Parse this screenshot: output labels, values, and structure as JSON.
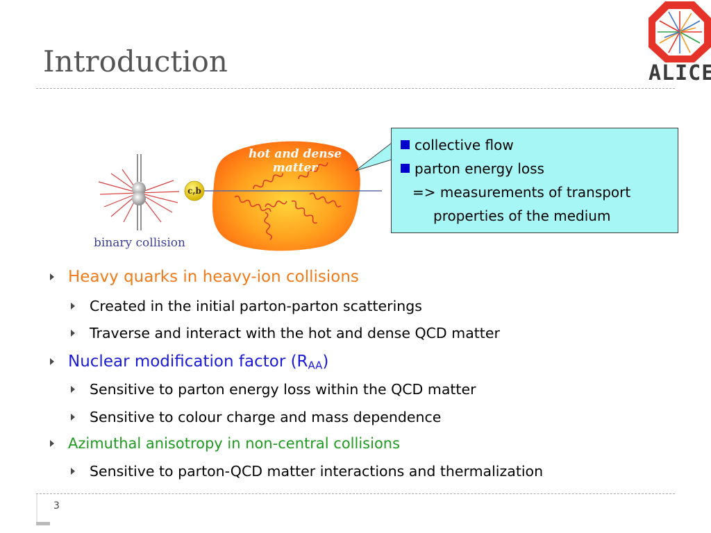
{
  "slide": {
    "title": "Introduction",
    "page_number": "3"
  },
  "logo": {
    "text": "ALICE",
    "color": "#e63329"
  },
  "figure": {
    "caption": "binary collision",
    "matter_label_line1": "hot and dense",
    "matter_label_line2": "matter",
    "quark_label": "c,b"
  },
  "callout": {
    "items": [
      "collective flow",
      "parton energy loss"
    ],
    "line3": "=> measurements of transport",
    "line4": "properties of the medium"
  },
  "bullets": [
    {
      "text": "Heavy quarks in heavy-ion collisions",
      "color": "#f07a18"
    },
    {
      "text": "Created in the initial parton-parton scatterings"
    },
    {
      "text": "Traverse and interact with the hot and dense QCD matter"
    },
    {
      "text": "Nuclear modification factor (R",
      "sub": "AA",
      "tail": ")",
      "color": "#1a1ad6"
    },
    {
      "text": "Sensitive to parton energy loss within the QCD matter"
    },
    {
      "text": "Sensitive to colour charge and mass dependence"
    },
    {
      "text": "Azimuthal anisotropy in non-central collisions",
      "color": "#1e9a1e"
    },
    {
      "text": "Sensitive to parton-QCD matter interactions and thermalization"
    }
  ]
}
